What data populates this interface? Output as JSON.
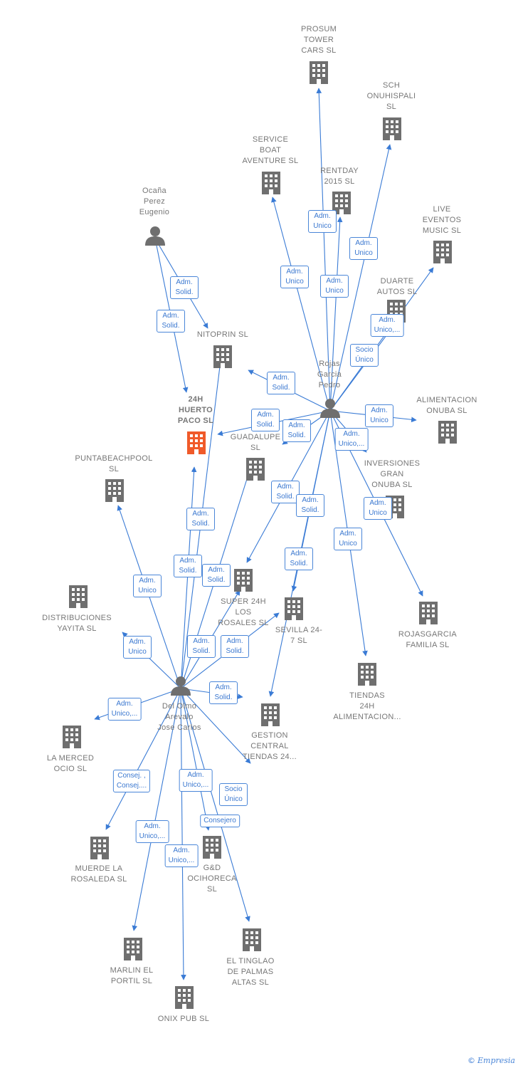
{
  "colors": {
    "edge": "#3a7bd5",
    "building": "#6f6f6f",
    "focus": "#f05a2a",
    "person": "#6f6f6f",
    "label": "#777777"
  },
  "nodes": [
    {
      "id": "prosum",
      "kind": "company",
      "label": "PROSUM\nTOWER\nCARS SL"
    },
    {
      "id": "sch",
      "kind": "company",
      "label": "SCH\nONUHISPALI\nSL"
    },
    {
      "id": "service",
      "kind": "company",
      "label": "SERVICE\nBOAT\nAVENTURE SL"
    },
    {
      "id": "rentday",
      "kind": "company",
      "label": "RENTDAY\n2015 SL"
    },
    {
      "id": "live",
      "kind": "company",
      "label": "LIVE\nEVENTOS\nMUSIC SL"
    },
    {
      "id": "duarte",
      "kind": "company",
      "label": "DUARTE\nAUTOS SL"
    },
    {
      "id": "ocana",
      "kind": "person",
      "label": "Ocaña\nPerez\nEugenio"
    },
    {
      "id": "nitoprin",
      "kind": "company",
      "label": "NITOPRIN SL"
    },
    {
      "id": "rojas",
      "kind": "person",
      "label": "Rojas\nGarcia\nPedro"
    },
    {
      "id": "huerto",
      "kind": "focus",
      "label": "24H\nHUERTO\nPACO SL"
    },
    {
      "id": "guadalupe",
      "kind": "company",
      "label": "GUADALUPE\nSL"
    },
    {
      "id": "alimentacion",
      "kind": "company",
      "label": "ALIMENTACION\nONUBA SL"
    },
    {
      "id": "inversiones",
      "kind": "company",
      "label": "INVERSIONES\nGRAN\nONUBA SL"
    },
    {
      "id": "puntabeach",
      "kind": "company",
      "label": "PUNTABEACHPOOL\nSL"
    },
    {
      "id": "super24",
      "kind": "company",
      "label": "SUPER 24H\nLOS\nROSALES SL"
    },
    {
      "id": "sevilla",
      "kind": "company",
      "label": "SEVILLA 24-\n7 SL"
    },
    {
      "id": "distrib",
      "kind": "company",
      "label": "DISTRIBUCIONES\nYAYITA SL"
    },
    {
      "id": "rojasgarcia",
      "kind": "company",
      "label": "ROJASGARCIA\nFAMILIA SL"
    },
    {
      "id": "tiendas",
      "kind": "company",
      "label": "TIENDAS\n24H\nALIMENTACION..."
    },
    {
      "id": "delolmo",
      "kind": "person",
      "label": "Del Olmo\nArevalo\nJose Carlos"
    },
    {
      "id": "gestion",
      "kind": "company",
      "label": "GESTION\nCENTRAL\nTIENDAS 24..."
    },
    {
      "id": "merced",
      "kind": "company",
      "label": "LA MERCED\nOCIO SL"
    },
    {
      "id": "muerde",
      "kind": "company",
      "label": "MUERDE LA\nROSALEDA SL"
    },
    {
      "id": "gd",
      "kind": "company",
      "label": "G&D\nOCIHORECA\nSL"
    },
    {
      "id": "marlin",
      "kind": "company",
      "label": "MARLIN EL\nPORTIL SL"
    },
    {
      "id": "tinglao",
      "kind": "company",
      "label": "EL TINGLAO\nDE PALMAS\nALTAS SL"
    },
    {
      "id": "onix",
      "kind": "company",
      "label": "ONIX PUB SL"
    }
  ],
  "edges": [
    {
      "from": "rojas",
      "to": "prosum",
      "label": "Adm.\nUnico"
    },
    {
      "from": "rojas",
      "to": "sch",
      "label": "Adm.\nUnico"
    },
    {
      "from": "rojas",
      "to": "service",
      "label": "Adm.\nUnico"
    },
    {
      "from": "rojas",
      "to": "rentday",
      "label": "Adm.\nUnico"
    },
    {
      "from": "rojas",
      "to": "live",
      "label": "Adm.\nUnico,..."
    },
    {
      "from": "rojas",
      "to": "duarte",
      "label": "Socio\nÚnico"
    },
    {
      "from": "rojas",
      "to": "nitoprin",
      "label": "Adm.\nSolid."
    },
    {
      "from": "rojas",
      "to": "huerto",
      "label": "Adm.\nSolid."
    },
    {
      "from": "rojas",
      "to": "guadalupe",
      "label": "Adm.\nSolid."
    },
    {
      "from": "rojas",
      "to": "alimentacion",
      "label": "Adm.\nUnico"
    },
    {
      "from": "rojas",
      "to": "inversiones",
      "label": "Adm.\nUnico,..."
    },
    {
      "from": "rojas",
      "to": "super24",
      "label": "Adm.\nSolid."
    },
    {
      "from": "rojas",
      "to": "sevilla",
      "label": "Adm.\nSolid."
    },
    {
      "from": "rojas",
      "to": "gestion",
      "label": "Adm.\nSolid."
    },
    {
      "from": "rojas",
      "to": "tiendas",
      "label": "Adm.\nUnico"
    },
    {
      "from": "rojas",
      "to": "rojasgarcia",
      "label": "Adm.\nUnico"
    },
    {
      "from": "ocana",
      "to": "nitoprin",
      "label": "Adm.\nSolid."
    },
    {
      "from": "ocana",
      "to": "huerto",
      "label": "Adm.\nSolid."
    },
    {
      "from": "delolmo",
      "to": "huerto",
      "label": "Adm.\nSolid."
    },
    {
      "from": "delolmo",
      "to": "nitoprin",
      "label": "Adm.\nSolid."
    },
    {
      "from": "delolmo",
      "to": "guadalupe",
      "label": "Adm.\nSolid."
    },
    {
      "from": "delolmo",
      "to": "puntabeach",
      "label": "Adm.\nUnico"
    },
    {
      "from": "delolmo",
      "to": "distrib",
      "label": "Adm.\nUnico"
    },
    {
      "from": "delolmo",
      "to": "super24",
      "label": "Adm.\nSolid."
    },
    {
      "from": "delolmo",
      "to": "sevilla",
      "label": "Adm.\nSolid."
    },
    {
      "from": "delolmo",
      "to": "gestion",
      "label": "Adm.\nSolid."
    },
    {
      "from": "delolmo",
      "to": "merced",
      "label": "Adm.\nUnico,..."
    },
    {
      "from": "delolmo",
      "to": "muerde",
      "label": "Consej. ,\nConsej...."
    },
    {
      "from": "delolmo",
      "to": "gd",
      "label": "Adm.\nUnico,..."
    },
    {
      "from": "delolmo",
      "to": "gestion",
      "label": "Socio\nÚnico"
    },
    {
      "from": "delolmo",
      "to": "tinglao",
      "label": "Consejero"
    },
    {
      "from": "delolmo",
      "to": "marlin",
      "label": "Adm.\nUnico,..."
    },
    {
      "from": "delolmo",
      "to": "onix",
      "label": "Adm.\nUnico,..."
    }
  ],
  "footer": {
    "copyright": "©",
    "brand": "Empresia"
  }
}
